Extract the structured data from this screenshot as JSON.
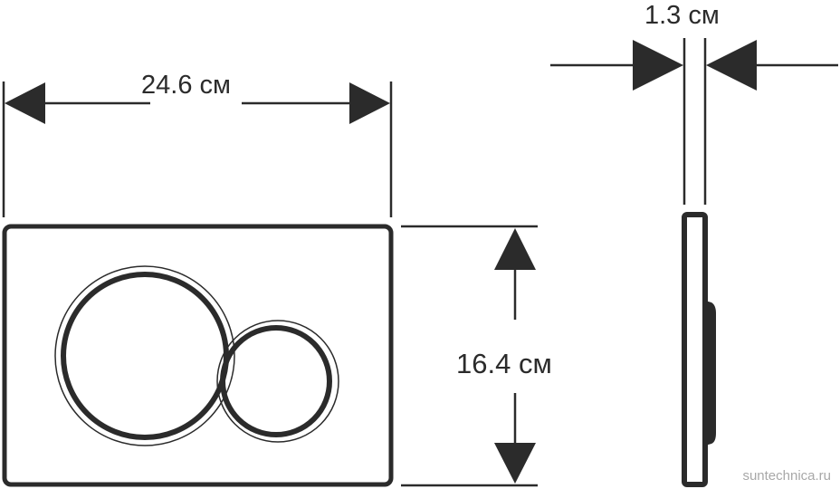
{
  "diagram": {
    "subject": "flush plate dimension drawing",
    "colors": {
      "line": "#2b2b2b",
      "background": "#ffffff",
      "watermark": "#a8a8a8"
    },
    "dimensions": {
      "width": {
        "value": "24.6",
        "unit": "см",
        "label": "24.6 см"
      },
      "height": {
        "value": "16.4",
        "unit": "см",
        "label": "16.4 см"
      },
      "depth": {
        "value": "1.3",
        "unit": "см",
        "label": "1.3 см"
      }
    },
    "views": {
      "front": {
        "shape": "rounded rectangle",
        "buttons": [
          "large circular button",
          "small circular button"
        ]
      },
      "side": {
        "shape": "narrow plate profile with button protrusion"
      }
    },
    "watermark": "suntechnica.ru"
  }
}
